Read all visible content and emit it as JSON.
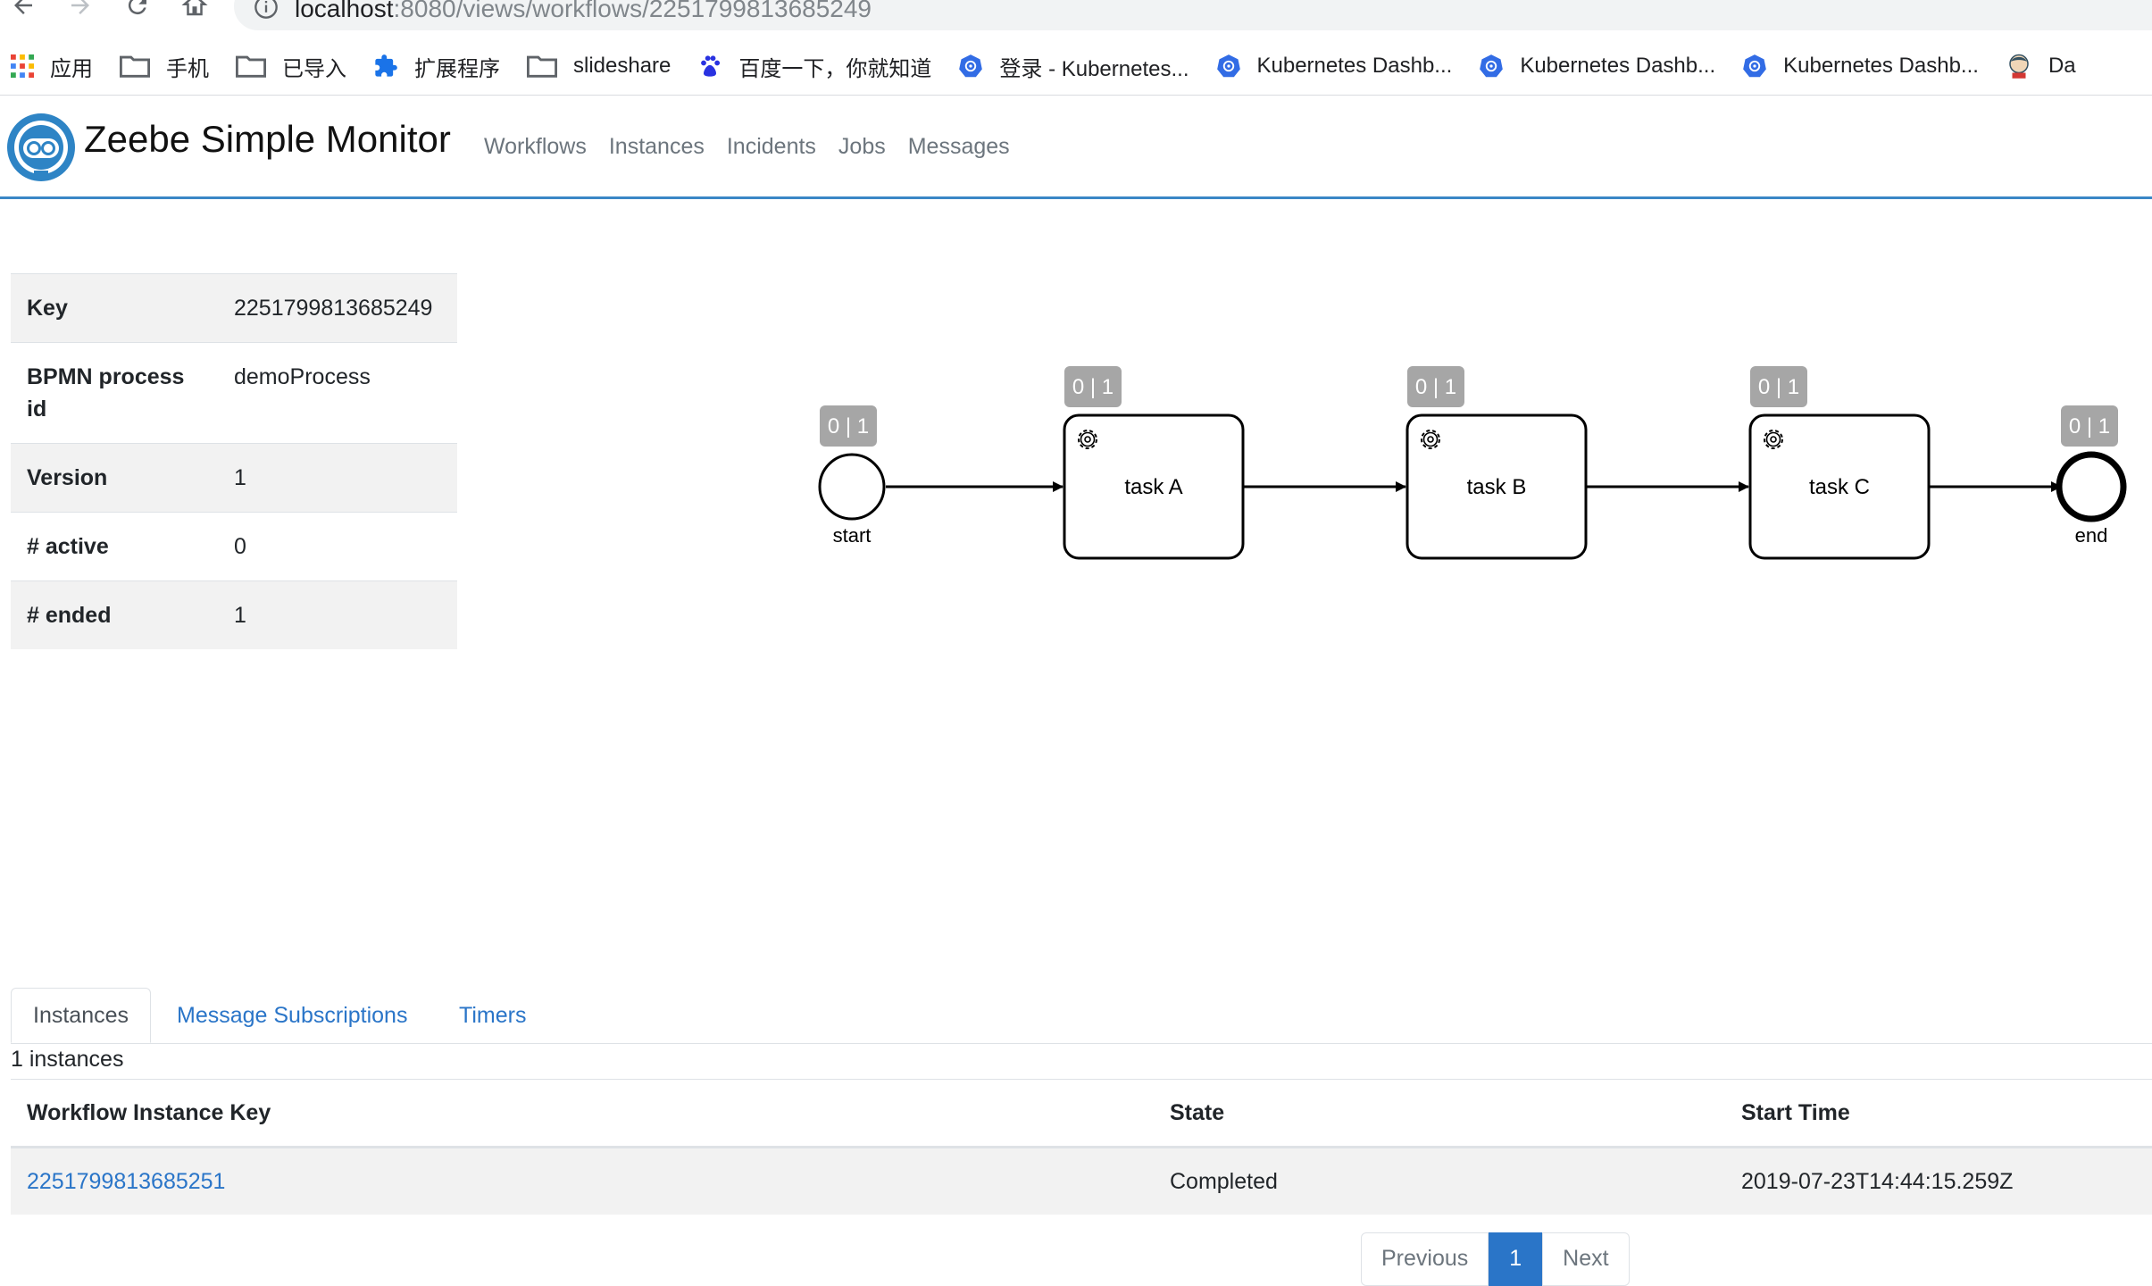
{
  "browser": {
    "url_host": "localhost",
    "url_rest": ":8080/views/workflows/2251799813685249",
    "bookmarks": [
      {
        "label": "应用",
        "icon": "apps-grid-icon"
      },
      {
        "label": "手机",
        "icon": "folder-icon"
      },
      {
        "label": "已导入",
        "icon": "folder-icon"
      },
      {
        "label": "扩展程序",
        "icon": "puzzle-icon"
      },
      {
        "label": "slideshare",
        "icon": "folder-icon"
      },
      {
        "label": "百度一下，你就知道",
        "icon": "baidu-paw-icon"
      },
      {
        "label": "登录 - Kubernetes...",
        "icon": "kubernetes-icon"
      },
      {
        "label": "Kubernetes Dashb...",
        "icon": "kubernetes-icon"
      },
      {
        "label": "Kubernetes Dashb...",
        "icon": "kubernetes-icon"
      },
      {
        "label": "Kubernetes Dashb...",
        "icon": "kubernetes-icon"
      },
      {
        "label": "Da",
        "icon": "jenkins-icon"
      }
    ]
  },
  "app": {
    "brand": "Zeebe Simple Monitor",
    "nav": [
      "Workflows",
      "Instances",
      "Incidents",
      "Jobs",
      "Messages"
    ],
    "accent": "#3a87c6",
    "link_color": "#2a75c8"
  },
  "workflow": {
    "rows": [
      {
        "key": "Key",
        "value": "2251799813685249"
      },
      {
        "key": "BPMN process id",
        "value": "demoProcess"
      },
      {
        "key": "Version",
        "value": "1"
      },
      {
        "key": "# active",
        "value": "0"
      },
      {
        "key": "# ended",
        "value": "1"
      }
    ]
  },
  "diagram": {
    "start": {
      "label": "start",
      "badge": "0 | 1"
    },
    "tasks": [
      {
        "label": "task A",
        "badge": "0 | 1",
        "icon": "gear-icon"
      },
      {
        "label": "task B",
        "badge": "0 | 1",
        "icon": "gear-icon"
      },
      {
        "label": "task C",
        "badge": "0 | 1",
        "icon": "gear-icon"
      }
    ],
    "end": {
      "label": "end",
      "badge": "0 | 1"
    },
    "badge_color": "#a6a6a6"
  },
  "tabs": [
    "Instances",
    "Message Subscriptions",
    "Timers"
  ],
  "instances": {
    "count_text": "1 instances",
    "columns": [
      "Workflow Instance Key",
      "State",
      "Start Time"
    ],
    "rows": [
      {
        "key": "2251799813685251",
        "state": "Completed",
        "start": "2019-07-23T14:44:15.259Z"
      }
    ]
  },
  "pager": {
    "prev": "Previous",
    "current": "1",
    "next": "Next"
  }
}
